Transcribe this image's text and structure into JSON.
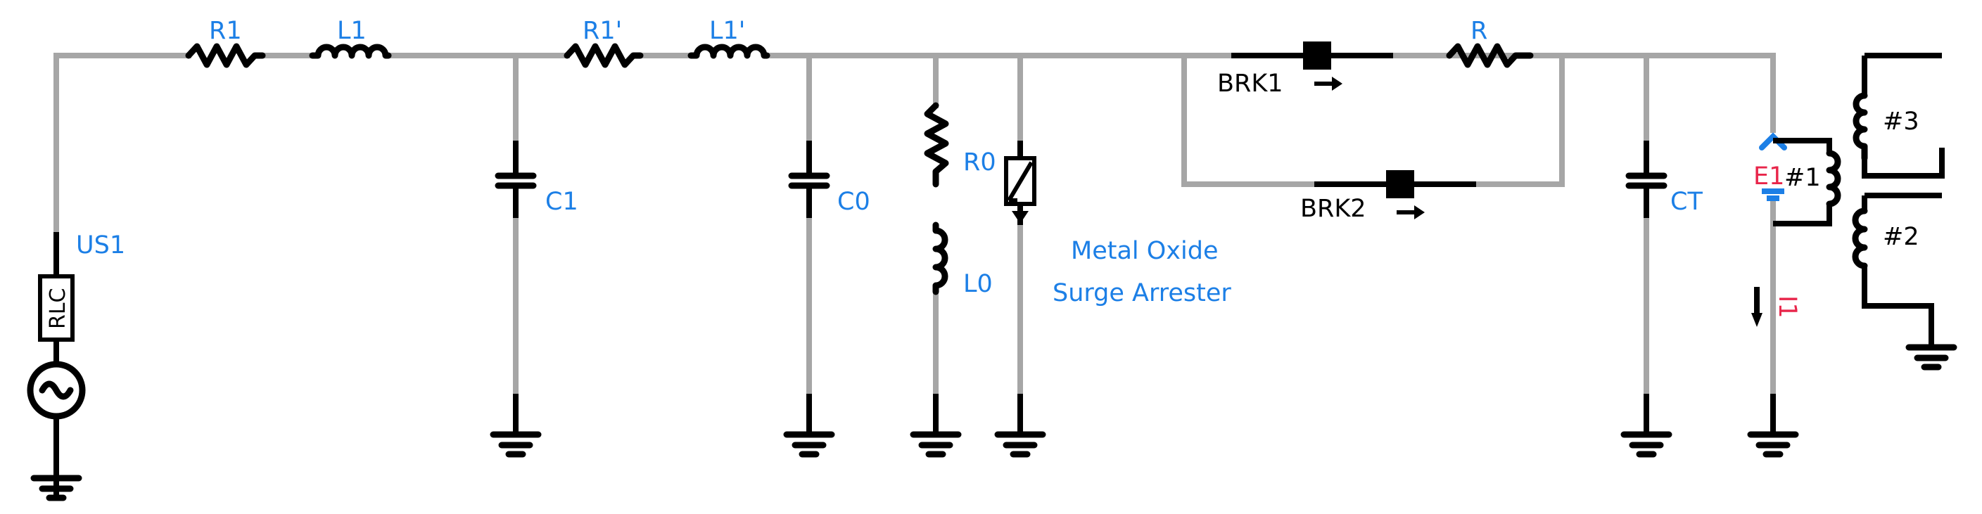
{
  "labels": {
    "R1": "R1",
    "L1": "L1",
    "R1p": "R1'",
    "L1p": "L1'",
    "C1": "C1",
    "C0": "C0",
    "R0": "R0",
    "L0": "L0",
    "US1": "US1",
    "source": "RLC",
    "arrester_line1": "Metal Oxide",
    "arrester_line2": "Surge Arrester",
    "BRK1": "BRK1",
    "BRK2": "BRK2",
    "R": "R",
    "CT": "CT",
    "E1": "E1",
    "I1": "I1",
    "winding1": "#1",
    "winding2": "#2",
    "winding3": "#3"
  },
  "colors": {
    "wire": "#a6a6a6",
    "component": "#000000",
    "label": "#1c7fe6",
    "meter": "#e8254a"
  }
}
